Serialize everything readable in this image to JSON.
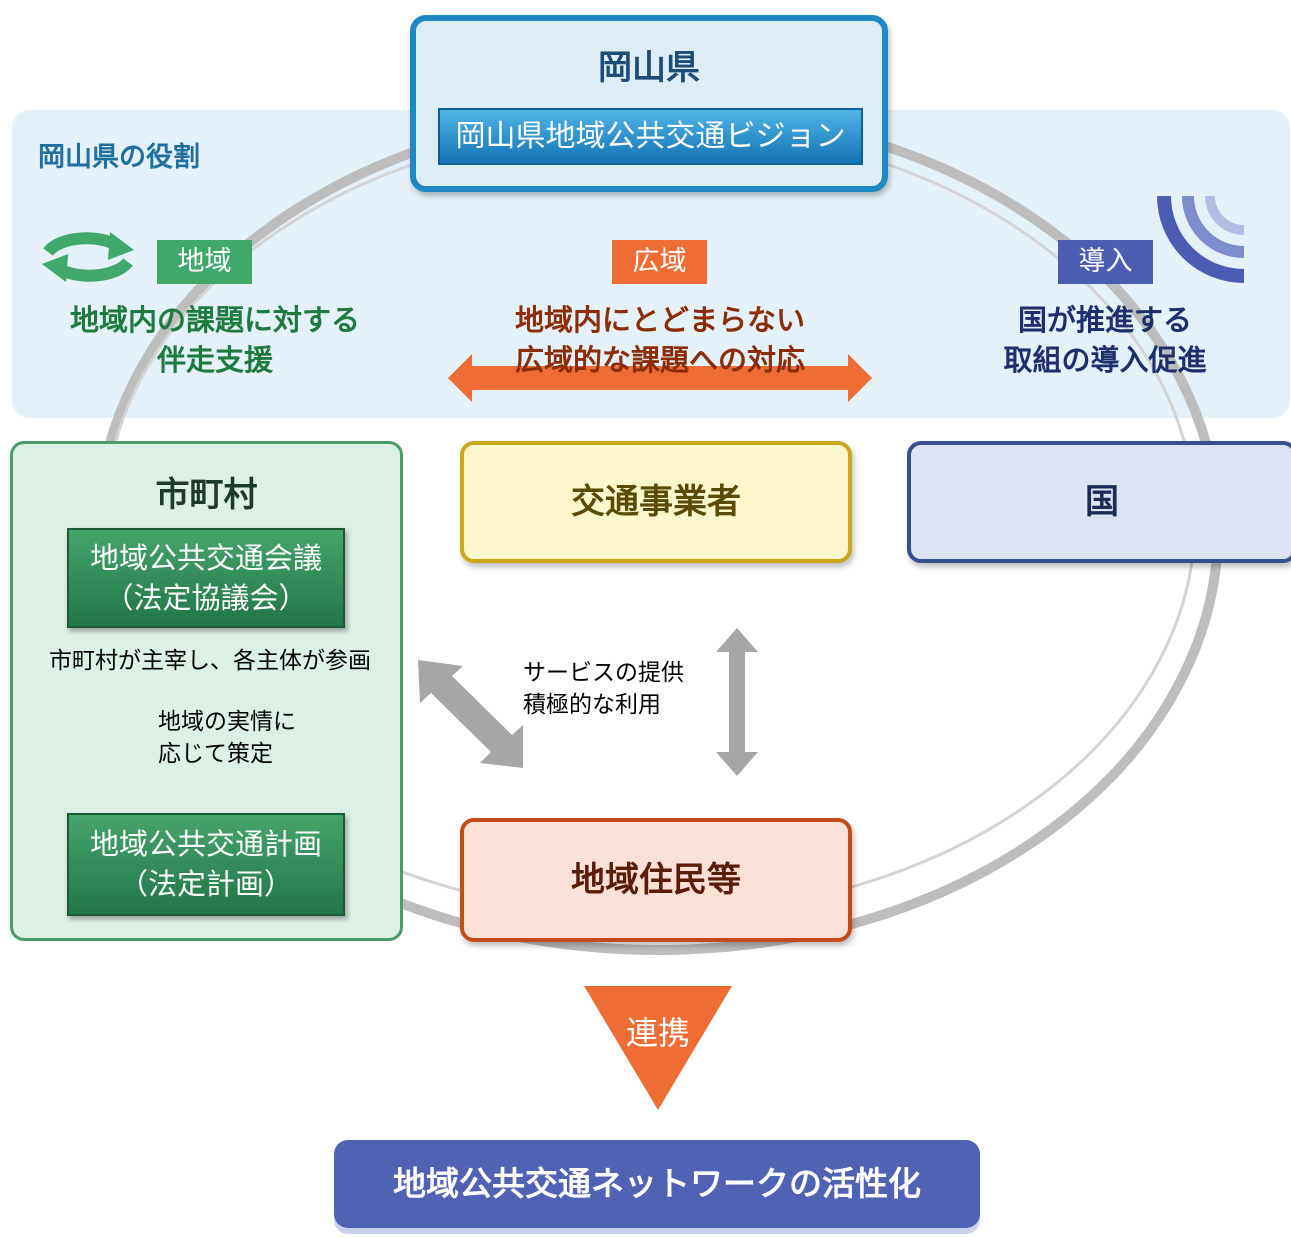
{
  "prefecture": {
    "title": "岡山県",
    "vision": "岡山県地域公共交通ビジョン"
  },
  "role": {
    "title": "岡山県の役割",
    "local": {
      "tag": "地域",
      "line1": "地域内の課題に対する",
      "line2": "伴走支援"
    },
    "wide": {
      "tag": "広域",
      "line1": "地域内にとどまらない",
      "line2": "広域的な課題への対応"
    },
    "intro": {
      "tag": "導入",
      "line1": "国が推進する",
      "line2": "取組の導入促進"
    }
  },
  "municipality": {
    "title": "市町村",
    "council_line1": "地域公共交通会議",
    "council_line2": "（法定協議会）",
    "host_text": "市町村が主宰し、各主体が参画",
    "step_line1": "地域の実情に",
    "step_line2": "応じて策定",
    "plan_line1": "地域公共交通計画",
    "plan_line2": "（法定計画）"
  },
  "operator": {
    "title": "交通事業者"
  },
  "government": {
    "title": "国"
  },
  "residents": {
    "title": "地域住民等"
  },
  "service": {
    "line1": "サービスの提供",
    "line2": "積極的な利用"
  },
  "link": {
    "label": "連携"
  },
  "result": {
    "title": "地域公共交通ネットワークの活性化"
  },
  "colors": {
    "prefecture": "#1e88c5",
    "local": "#3fa86a",
    "wide": "#ef6c35",
    "intro": "#4b5db2",
    "operator": "#c9a81c",
    "residents": "#c64b1c",
    "result": "#4f62b4"
  },
  "icons": [
    "cycle-arrows-icon",
    "signal-arcs-icon"
  ]
}
